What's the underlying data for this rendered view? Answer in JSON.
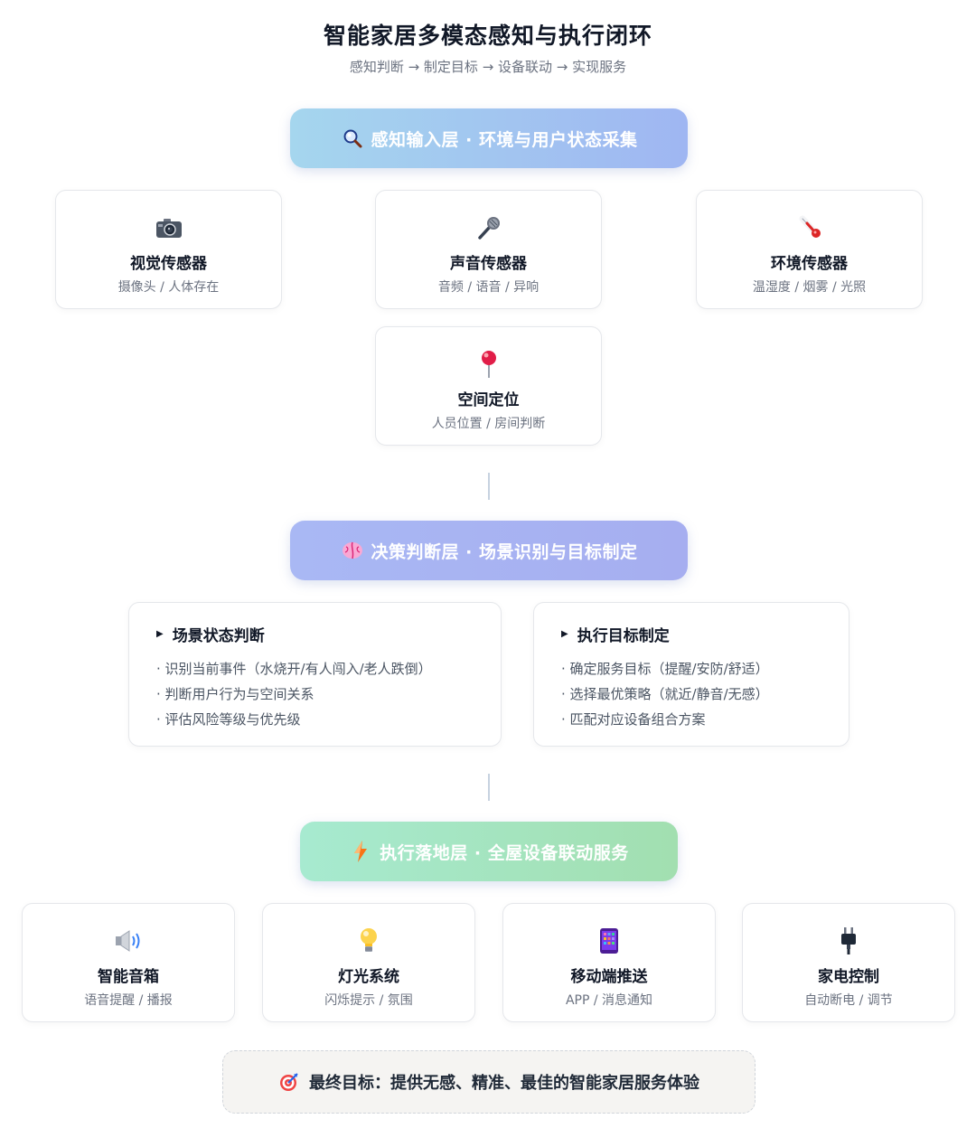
{
  "header": {
    "title": "智能家居多模态感知与执行闭环",
    "subtitle": "感知判断 → 制定目标 → 设备联动 → 实现服务"
  },
  "perception": {
    "label": "感知输入层 · 环境与用户状态采集",
    "icon": "magnifier-icon",
    "cards": [
      {
        "name": "视觉传感器",
        "desc": "摄像头 / 人体存在",
        "icon": "camera-icon"
      },
      {
        "name": "声音传感器",
        "desc": "音频 / 语音 / 异响",
        "icon": "microphone-icon"
      },
      {
        "name": "环境传感器",
        "desc": "温湿度 / 烟雾 / 光照",
        "icon": "thermometer-icon"
      },
      {
        "name": "空间定位",
        "desc": "人员位置 / 房间判断",
        "icon": "pushpin-icon"
      }
    ]
  },
  "decision": {
    "label": "决策判断层 · 场景识别与目标制定",
    "icon": "brain-icon",
    "groups": [
      {
        "title": "场景状态判断",
        "items": [
          "· 识别当前事件（水烧开/有人闯入/老人跌倒）",
          "· 判断用户行为与空间关系",
          "· 评估风险等级与优先级"
        ]
      },
      {
        "title": "执行目标制定",
        "items": [
          "· 确定服务目标（提醒/安防/舒适）",
          "· 选择最优策略（就近/静音/无感）",
          "· 匹配对应设备组合方案"
        ]
      }
    ]
  },
  "execution": {
    "label": "执行落地层 · 全屋设备联动服务",
    "icon": "lightning-icon",
    "cards": [
      {
        "name": "智能音箱",
        "desc": "语音提醒 / 播报",
        "icon": "speaker-icon"
      },
      {
        "name": "灯光系统",
        "desc": "闪烁提示 / 氛围",
        "icon": "lightbulb-icon"
      },
      {
        "name": "移动端推送",
        "desc": "APP / 消息通知",
        "icon": "mobile-phone-icon"
      },
      {
        "name": "家电控制",
        "desc": "自动断电 / 调节",
        "icon": "power-plug-icon"
      }
    ]
  },
  "goal": {
    "text": "最终目标：提供无感、精准、最佳的智能家居服务体验",
    "icon": "target-icon"
  }
}
